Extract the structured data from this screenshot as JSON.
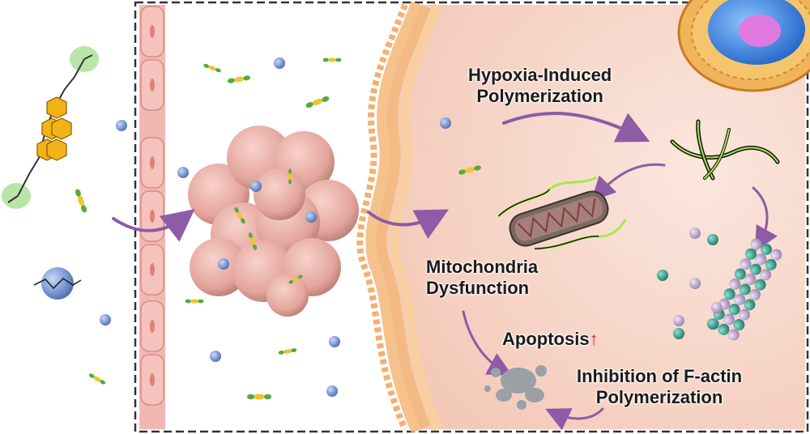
{
  "labels": {
    "polymerization_line1": "Hypoxia-Induced",
    "polymerization_line2": "Polymerization",
    "mito_line1": "Mitochondria",
    "mito_line2": "Dysfunction",
    "apoptosis": "Apoptosis",
    "apoptosis_arrow": "↑",
    "factin_line1": "Inhibition of F-actin",
    "factin_line2": "Polymerization"
  },
  "colors": {
    "cytoplasm": "#f7d9cc",
    "membrane": "#f3b77a",
    "vessel": "#f2b7b2",
    "tumor": "#eab1aa",
    "arrow": "#8e5ba6",
    "dye_core": "#f2c42a",
    "dye_end": "#5aa83b",
    "blue_sphere": "#7d9ad6",
    "nucleus": "#3b7fe0",
    "nucleolus": "#e07ae0",
    "actin_teal": "#2f9a86",
    "actin_lilac": "#bfa7cc"
  }
}
